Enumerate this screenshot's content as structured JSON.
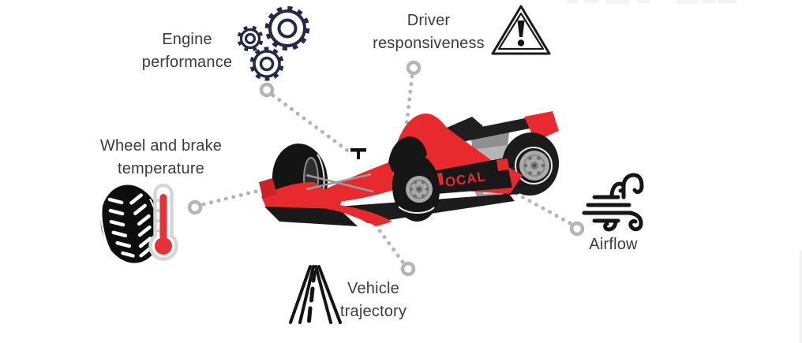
{
  "diagram": {
    "subject": "formula-1-car-telemetry-factors",
    "background": "#ffffff",
    "text_color": "#3b3b3b"
  },
  "labels": {
    "engine_performance": {
      "line1": "Engine",
      "line2": "performance"
    },
    "driver_responsiveness": {
      "line1": "Driver",
      "line2": "responsiveness"
    },
    "wheel_brake_temperature": {
      "line1": "Wheel and brake",
      "line2": "temperature"
    },
    "vehicle_trajectory": {
      "line1": "Vehicle",
      "line2": "trajectory"
    },
    "airflow": {
      "line1": "Airflow"
    }
  },
  "car": {
    "livery_text": "OCAL",
    "body_color": "#e8292e",
    "dark_color": "#1a1a1a",
    "metal_color": "#a9a9a9"
  },
  "icons": {
    "engine": "gears-icon",
    "driver": "warning-triangle-icon",
    "wheel": "tire-and-thermometer-icon",
    "trajectory": "road-icon",
    "airflow": "wind-icon"
  },
  "connectors": {
    "color": "#b5b5b5",
    "count": 5,
    "style": "dotted-with-ring-endpoint"
  }
}
